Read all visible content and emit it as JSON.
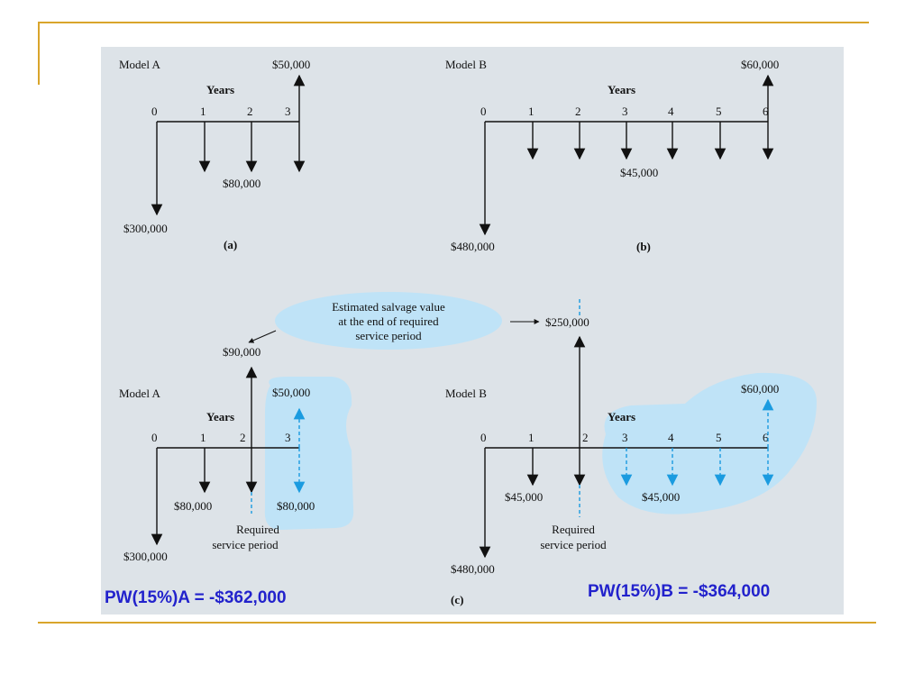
{
  "colors": {
    "accent_line": "#d9a52b",
    "panel": "#dde3e8",
    "highlight": "#bfe3f7",
    "dashed_arrow": "#1a9be0",
    "pw_text": "#2222cc"
  },
  "diagram_a": {
    "model_label": "Model A",
    "years_label": "Years",
    "years": [
      "0",
      "1",
      "2",
      "3"
    ],
    "top_value": "$50,000",
    "mid_value": "$80,000",
    "bottom_value": "$300,000",
    "caption": "(a)"
  },
  "diagram_b": {
    "model_label": "Model B",
    "years_label": "Years",
    "years": [
      "0",
      "1",
      "2",
      "3",
      "4",
      "5",
      "6"
    ],
    "top_value": "$60,000",
    "mid_value": "$45,000",
    "bottom_value": "$480,000",
    "caption": "(b)"
  },
  "diagram_c": {
    "callout": [
      "Estimated salvage value",
      "at the end of required",
      "service period"
    ],
    "caption": "(c)",
    "left": {
      "model_label": "Model A",
      "years_label": "Years",
      "years": [
        "0",
        "1",
        "2",
        "3"
      ],
      "salvage": "$90,000",
      "top_value": "$50,000",
      "cost_1": "$80,000",
      "cost_3": "$80,000",
      "bottom_value": "$300,000",
      "required": [
        "Required",
        "service period"
      ]
    },
    "right": {
      "model_label": "Model B",
      "years_label": "Years",
      "years": [
        "0",
        "1",
        "2",
        "3",
        "4",
        "5",
        "6"
      ],
      "salvage": "$250,000",
      "top_value": "$60,000",
      "cost_1": "$45,000",
      "cost_later": "$45,000",
      "bottom_value": "$480,000",
      "required": [
        "Required",
        "service period"
      ]
    }
  },
  "pw_a": "PW(15%)A = -$362,000",
  "pw_b": "PW(15%)B = -$364,000"
}
